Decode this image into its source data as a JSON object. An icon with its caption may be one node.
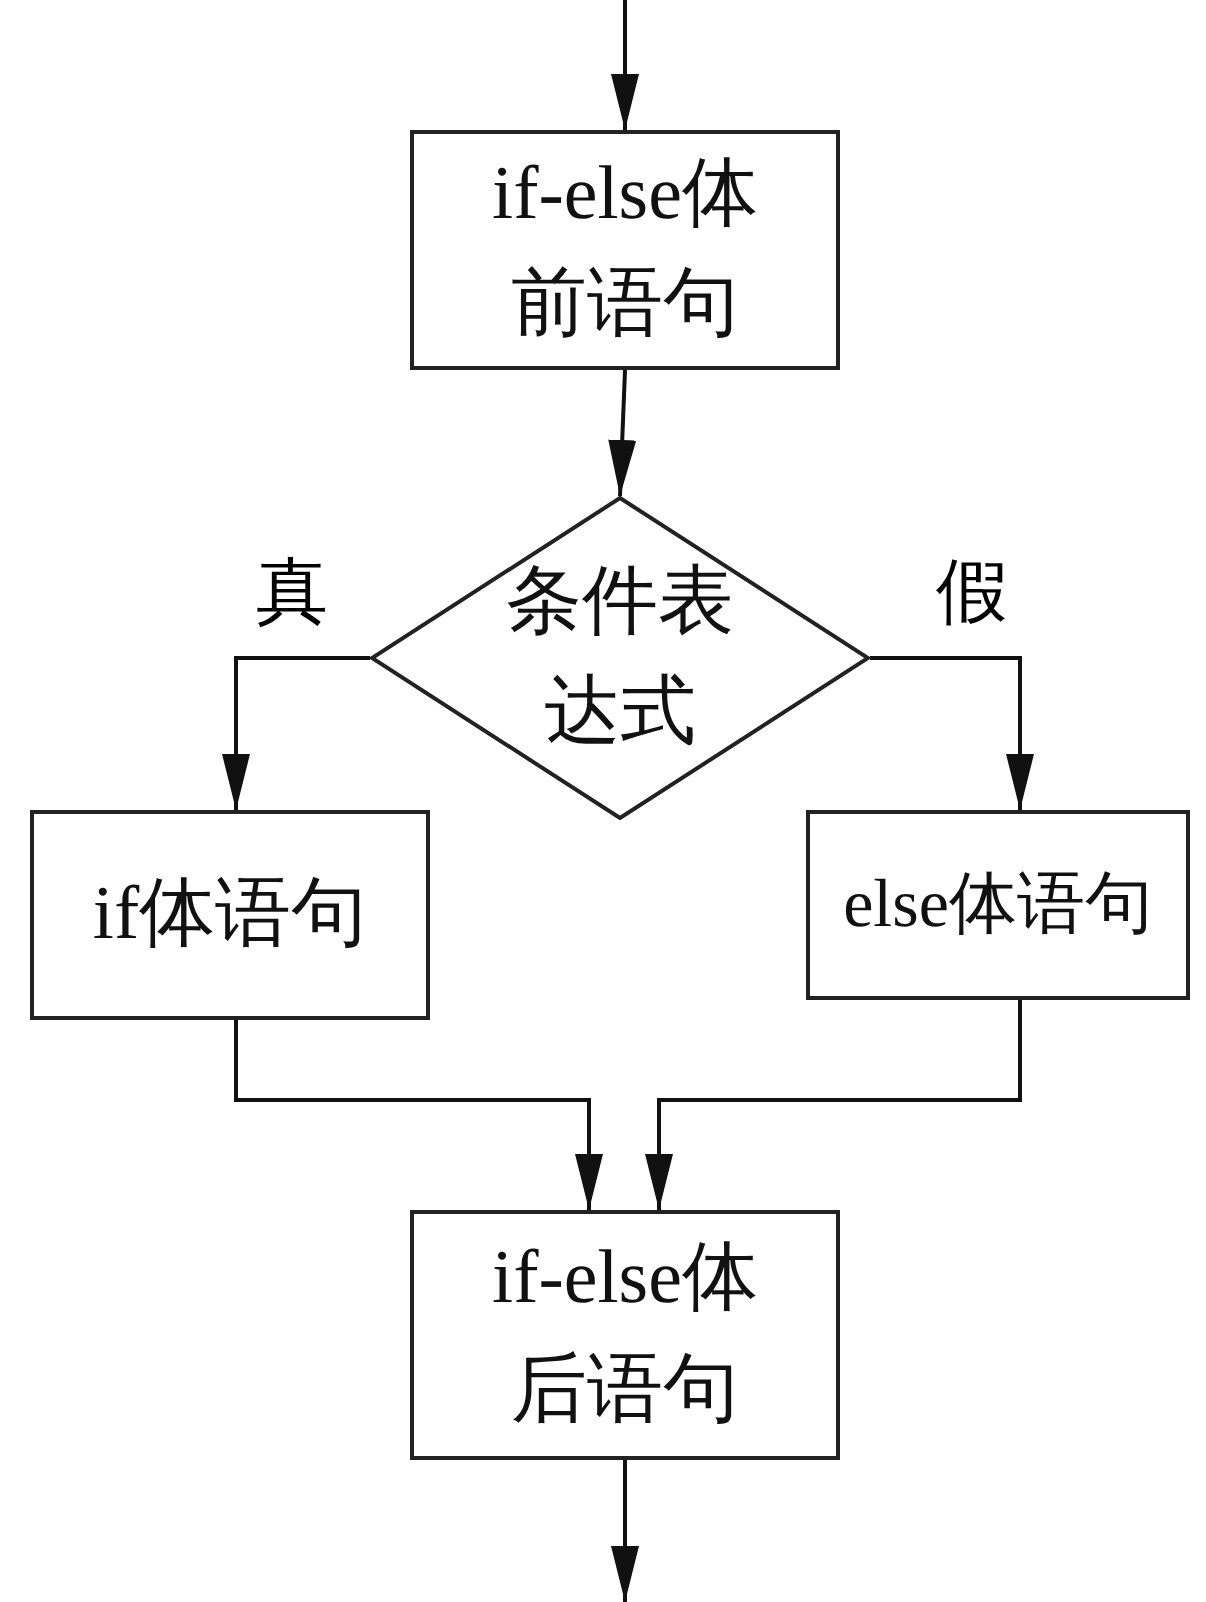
{
  "diagram": {
    "nodes": [
      {
        "text": [
          "if-else体前语句"
        ]
      },
      {
        "text": [
          "条件表达式"
        ]
      },
      {
        "text": [
          "if体语句"
        ]
      },
      {
        "text": [
          "else体语句"
        ]
      },
      {
        "text": [
          "if-else体后语句"
        ]
      }
    ],
    "edges": [
      {
        "from": null,
        "to": 0,
        "arrow": "to"
      },
      {
        "from": 0,
        "to": 1,
        "arrow": "to"
      },
      {
        "from": 1,
        "to": 2,
        "arrow": "to",
        "label": "真"
      },
      {
        "from": 1,
        "to": 3,
        "arrow": "to",
        "label": "假"
      },
      {
        "from": 2,
        "to": 4,
        "arrow": "to"
      },
      {
        "from": 3,
        "to": 4,
        "arrow": "to"
      },
      {
        "from": 4,
        "to": null,
        "arrow": "to"
      }
    ]
  }
}
